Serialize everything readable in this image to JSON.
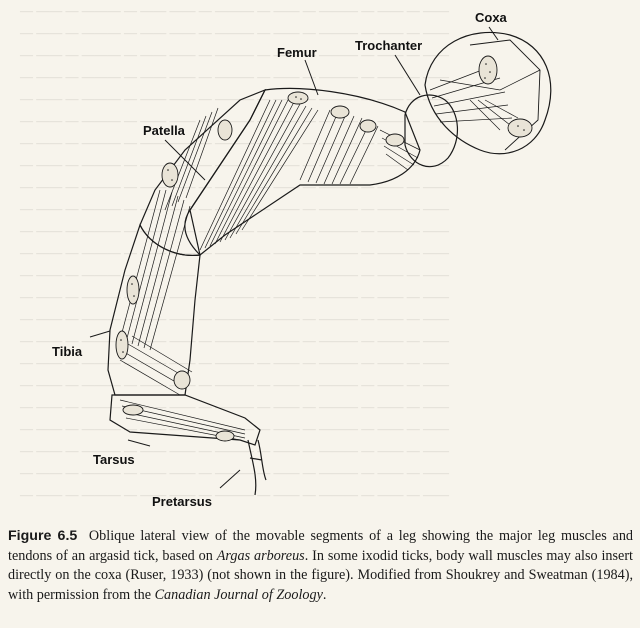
{
  "figure": {
    "labels": {
      "coxa": "Coxa",
      "trochanter": "Trochanter",
      "femur": "Femur",
      "patella": "Patella",
      "tibia": "Tibia",
      "tarsus": "Tarsus",
      "pretarsus": "Pretarsus"
    }
  },
  "caption": {
    "figure_number": "Figure 6.5",
    "text_1": "Oblique lateral view of the movable segments of a leg showing the major leg muscles and tendons of an argasid tick, based on ",
    "species": "Argas arboreus",
    "text_2": ". In some ixodid ticks, body wall muscles may also insert directly on the coxa (Ruser, 1933) (not shown in the figure). Modified from Shoukrey and Sweatman (1984), with permission from the ",
    "journal": "Canadian Journal of Zoology",
    "text_3": "."
  },
  "colors": {
    "ink": "#1a1a1a",
    "paper": "#f7f4ec"
  }
}
